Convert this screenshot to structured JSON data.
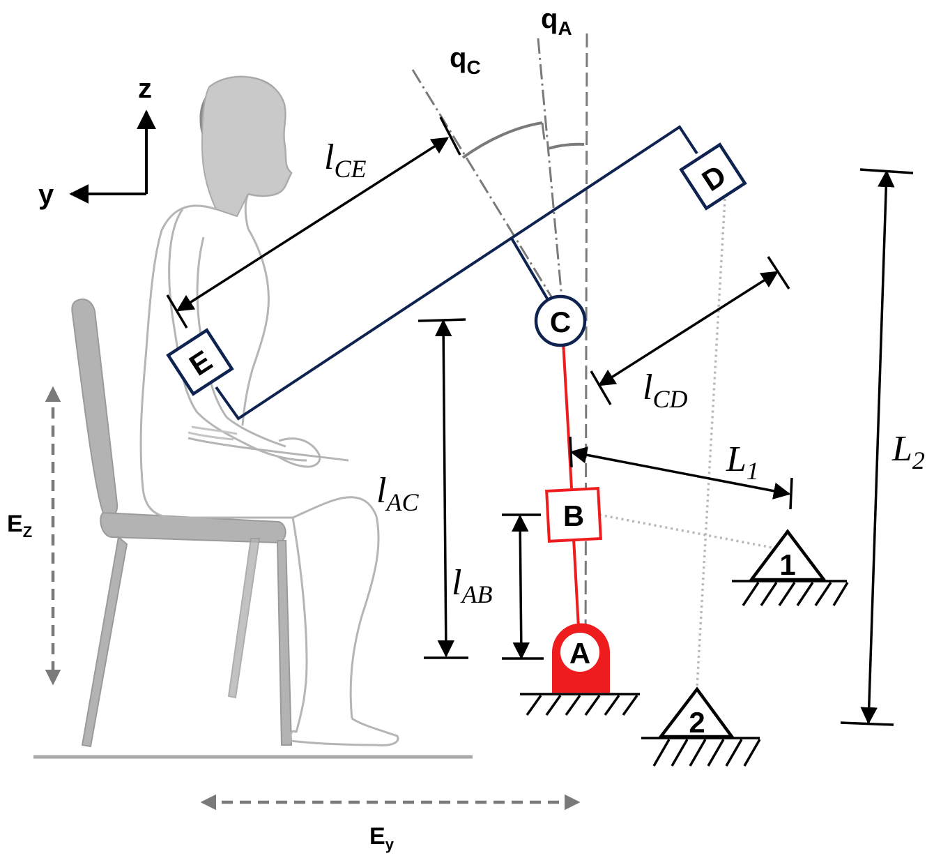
{
  "axes": {
    "z_label": "z",
    "y_label": "y"
  },
  "angles": {
    "qC": {
      "base": "q",
      "sub": "C"
    },
    "qA": {
      "base": "q",
      "sub": "A"
    }
  },
  "joints": {
    "A": "A",
    "B": "B",
    "C": "C",
    "D": "D",
    "E": "E"
  },
  "supports": {
    "s1": "1",
    "s2": "2"
  },
  "dimensions": {
    "lCE": {
      "base": "l",
      "sub": "CE"
    },
    "lCD": {
      "base": "l",
      "sub": "CD"
    },
    "lAC": {
      "base": "l",
      "sub": "AC"
    },
    "lAB": {
      "base": "l",
      "sub": "AB"
    },
    "L1": {
      "base": "L",
      "sub": "1"
    },
    "L2": {
      "base": "L",
      "sub": "2"
    }
  },
  "offsets": {
    "Ez": {
      "base": "E",
      "sub": "Z"
    },
    "Ey": {
      "base": "E",
      "sub": "y"
    }
  },
  "colors": {
    "navy": "#0f2350",
    "red": "#ee1c1c",
    "gray_figure": "#b0b0b0",
    "gray_line": "#7a7a7a",
    "dotted": "#b8b8b8",
    "black": "#000000"
  }
}
